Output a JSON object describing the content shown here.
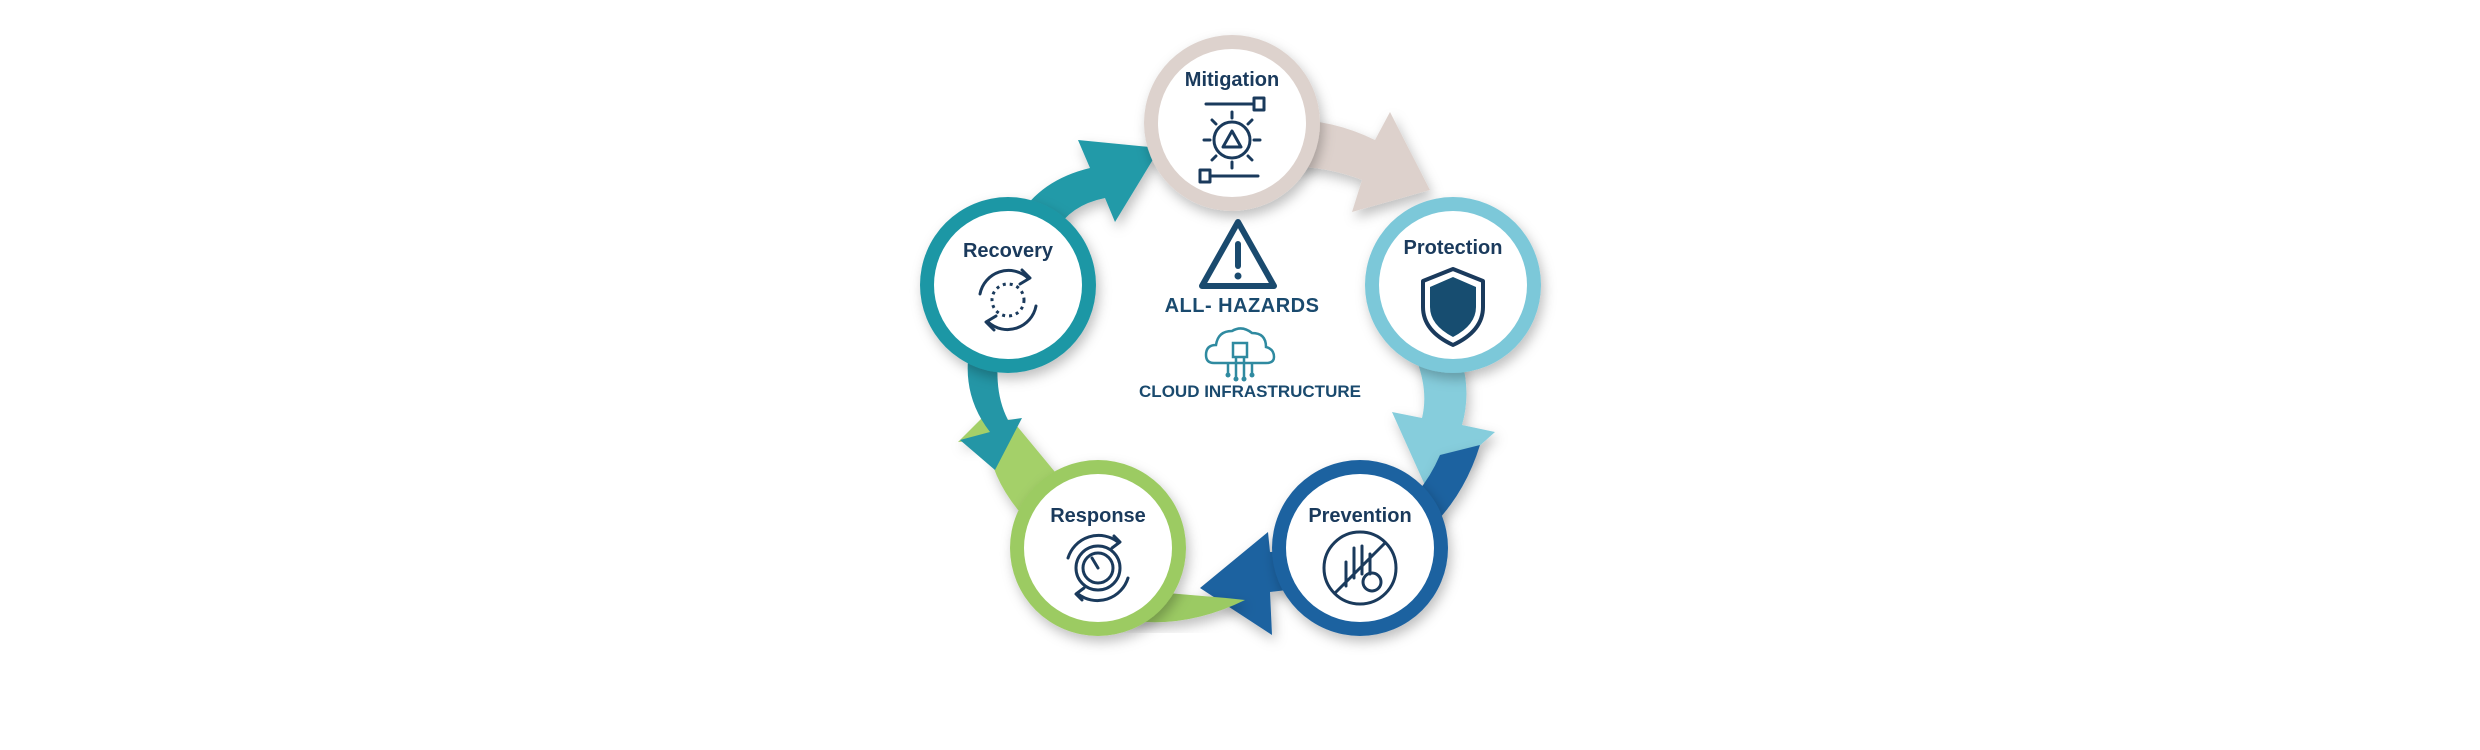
{
  "center": {
    "title": "ALL- HAZARDS",
    "subtitle": "CLOUD INFRASTRUCTURE",
    "icons": [
      "warning-triangle-icon",
      "cloud-chip-icon"
    ]
  },
  "stages": [
    {
      "id": "mitigation",
      "label": "Mitigation",
      "icon": "hands-gear-warning-icon",
      "color": "#e3d8d4"
    },
    {
      "id": "protection",
      "label": "Protection",
      "icon": "shield-icon",
      "color": "#7ec9da"
    },
    {
      "id": "prevention",
      "label": "Prevention",
      "icon": "stop-hand-icon",
      "color": "#1f65a0"
    },
    {
      "id": "response",
      "label": "Response",
      "icon": "stopwatch-cycle-icon",
      "color": "#9ccc63"
    },
    {
      "id": "recovery",
      "label": "Recovery",
      "icon": "circular-arrows-icon",
      "color": "#2397a6"
    }
  ]
}
